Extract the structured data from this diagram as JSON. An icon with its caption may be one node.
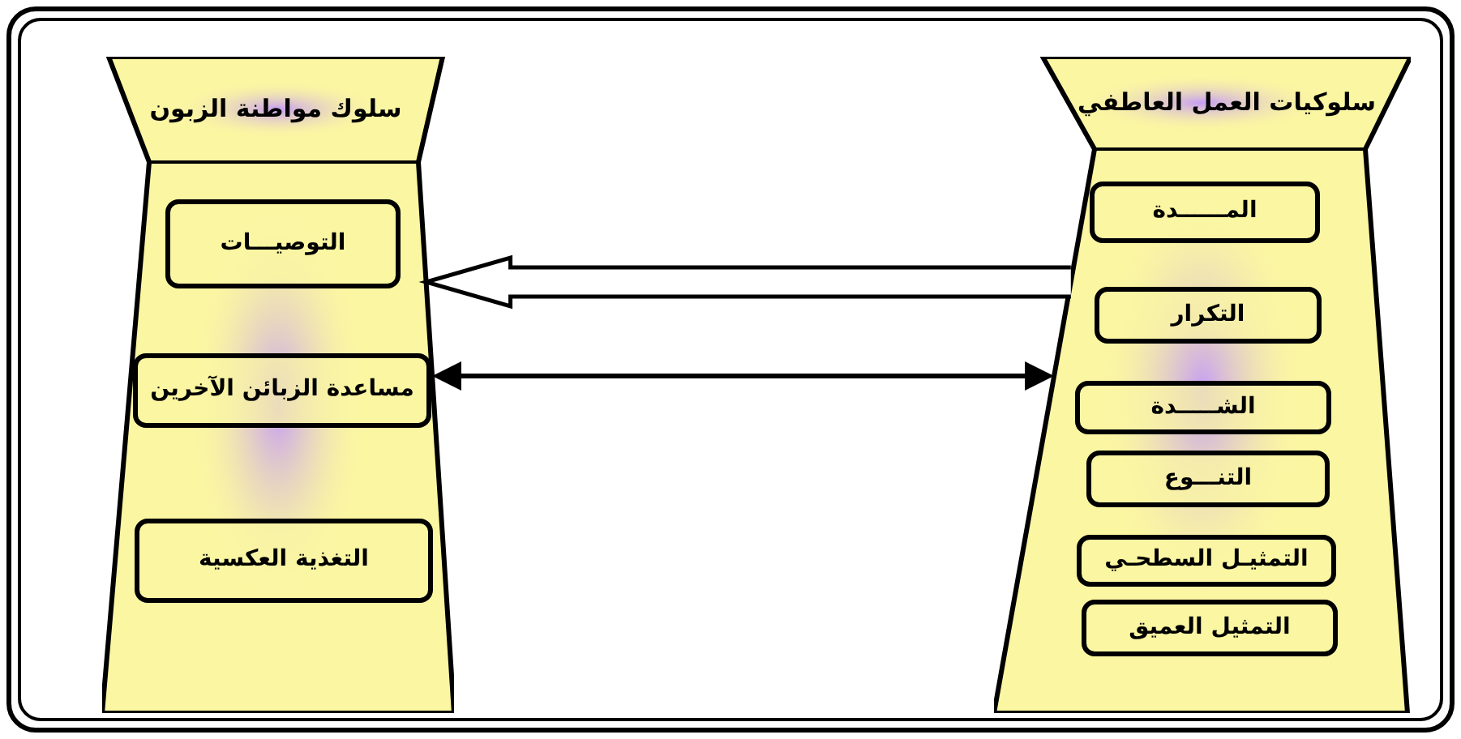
{
  "diagram": {
    "nodes": [
      {
        "text": [
          "سلوك مواطنة الزبون"
        ]
      },
      {
        "text": [
          "التوصيـــات"
        ],
        "in": 0
      },
      {
        "text": [
          "مساعدة الزبائن الآخرين"
        ],
        "in": 0
      },
      {
        "text": [
          "التغذية العكسية"
        ],
        "in": 0
      },
      {
        "text": [
          "سلوكيات العمل العاطفي"
        ]
      },
      {
        "text": [
          "المــــــدة"
        ],
        "in": 4
      },
      {
        "text": [
          "التكرار"
        ],
        "in": 4
      },
      {
        "text": [
          "الشـــــدة"
        ],
        "in": 4
      },
      {
        "text": [
          "التنـــوع"
        ],
        "in": 4
      },
      {
        "text": [
          "التمثيـل السطحـي"
        ],
        "in": 4
      },
      {
        "text": [
          "التمثيل العميق"
        ],
        "in": 4
      }
    ],
    "edges": [
      {
        "from": 4,
        "to": 0,
        "arrow": "to",
        "style": "thick"
      },
      {
        "from": 0,
        "to": 4,
        "arrow": "both"
      }
    ]
  }
}
